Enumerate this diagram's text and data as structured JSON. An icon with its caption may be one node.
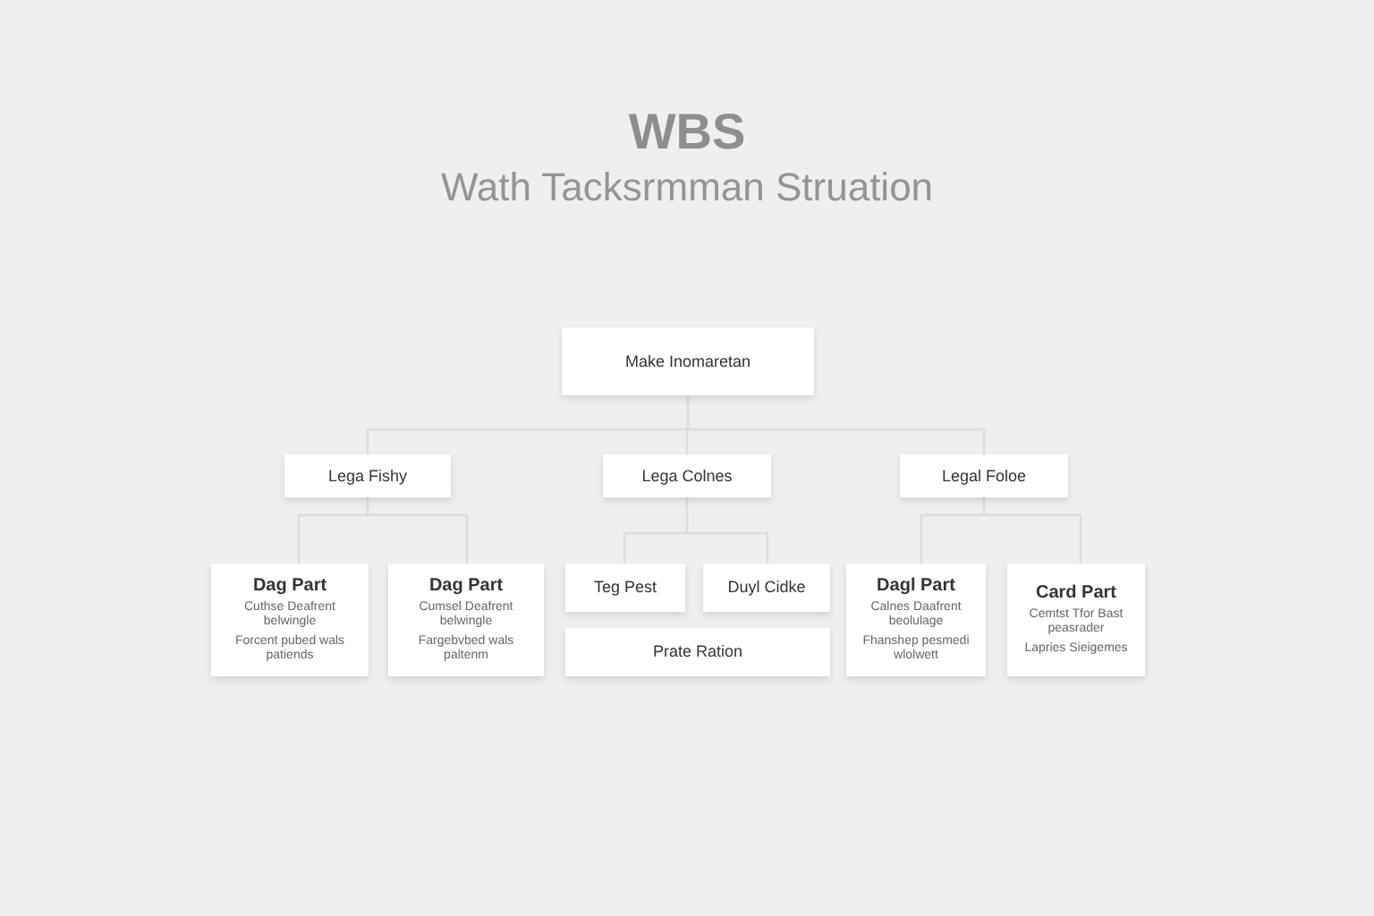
{
  "diagram": {
    "title": "WBS",
    "caption": "Wath Tacksrmman Struation",
    "nodes": [
      {
        "text": [
          "Make Inomaretan"
        ]
      },
      {
        "text": [
          "Lega Fishy"
        ]
      },
      {
        "text": [
          "Lega Colnes"
        ]
      },
      {
        "text": [
          "Legal Foloe"
        ]
      },
      {
        "text": [
          "Dag Part",
          "Cuthse Deafrent belwingle",
          "Forcent pubed wals patiends"
        ]
      },
      {
        "text": [
          "Dag Part",
          "Cumsel Deafrent belwingle",
          "Fargebvbed wals paltenm"
        ]
      },
      {
        "text": [
          "Teg Pest"
        ]
      },
      {
        "text": [
          "Duyl Cidke"
        ]
      },
      {
        "text": [
          "Prate Ration"
        ]
      },
      {
        "text": [
          "Dagl Part",
          "Calnes Daafrent beolulage",
          "Fhanshep pesmedi wlolwett"
        ]
      },
      {
        "text": [
          "Card Part",
          "Cemtst Tfor Bast peasrader",
          "Lapries Sieigemes"
        ]
      }
    ],
    "edges": [
      {
        "from": 0,
        "to": 1,
        "arrow": "none"
      },
      {
        "from": 0,
        "to": 2,
        "arrow": "none"
      },
      {
        "from": 0,
        "to": 3,
        "arrow": "none"
      },
      {
        "from": 1,
        "to": 4,
        "arrow": "none"
      },
      {
        "from": 1,
        "to": 5,
        "arrow": "none"
      },
      {
        "from": 2,
        "to": 6,
        "arrow": "none"
      },
      {
        "from": 2,
        "to": 7,
        "arrow": "none"
      },
      {
        "from": 3,
        "to": 9,
        "arrow": "none"
      },
      {
        "from": 3,
        "to": 10,
        "arrow": "none"
      }
    ]
  }
}
